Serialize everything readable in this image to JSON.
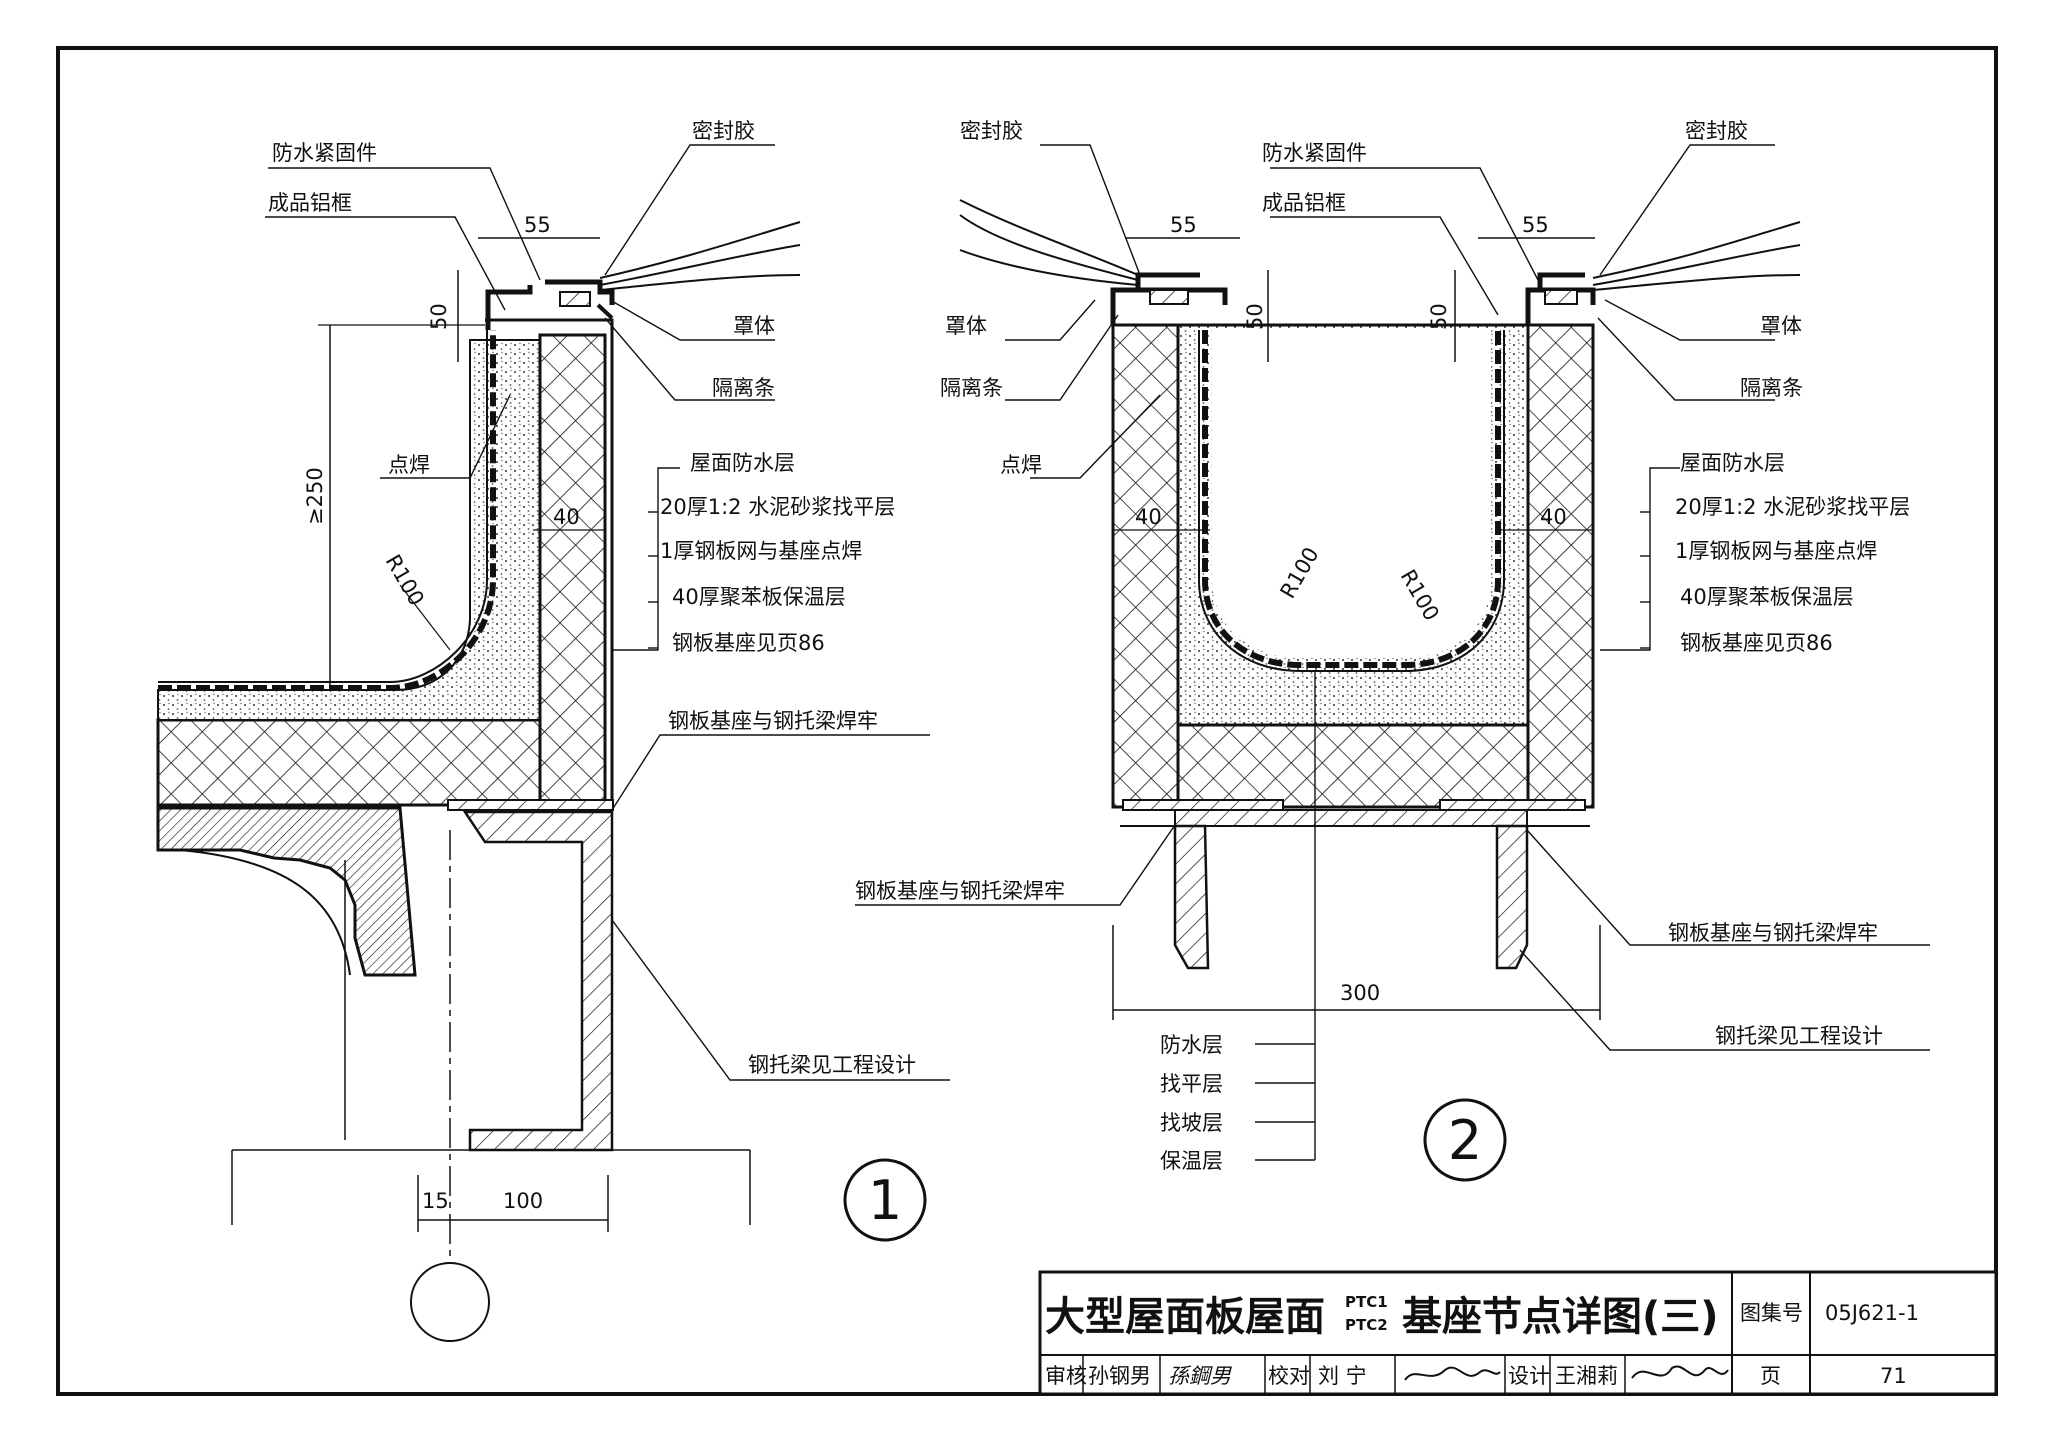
{
  "detail1": {
    "labels": {
      "fastener": "防水紧固件",
      "sealant": "密封胶",
      "alu_frame": "成品铝框",
      "cover": "罩体",
      "isolation_strip": "隔离条",
      "spot_weld": "点焊",
      "waterproof": "屋面防水层",
      "screed": "20厚1:2 水泥砂浆找平层",
      "mesh": "1厚钢板网与基座点焊",
      "insulation": "40厚聚苯板保温层",
      "base": "钢板基座见页86",
      "weld_firm": "钢板基座与钢托梁焊牢",
      "beam": "钢托梁见工程设计"
    },
    "dims": {
      "d55": "55",
      "d50": "50",
      "d250": "≥250",
      "r100": "R100",
      "d40": "40",
      "d15": "15",
      "d100": "100"
    },
    "number": "1"
  },
  "detail2": {
    "labels": {
      "sealant_l": "密封胶",
      "fastener": "防水紧固件",
      "sealant_r": "密封胶",
      "alu_frame": "成品铝框",
      "cover_l": "罩体",
      "cover_r": "罩体",
      "isolation_l": "隔离条",
      "isolation_r": "隔离条",
      "spot_weld": "点焊",
      "waterproof": "屋面防水层",
      "screed": "20厚1:2 水泥砂浆找平层",
      "mesh": "1厚钢板网与基座点焊",
      "insulation": "40厚聚苯板保温层",
      "base": "钢板基座见页86",
      "weld_l": "钢板基座与钢托梁焊牢",
      "weld_r": "钢板基座与钢托梁焊牢",
      "beam": "钢托梁见工程设计",
      "layer_waterproof": "防水层",
      "layer_screed": "找平层",
      "layer_slope": "找坡层",
      "layer_insulation": "保温层"
    },
    "dims": {
      "d55a": "55",
      "d55b": "55",
      "d50a": "50",
      "d50b": "50",
      "r100a": "R100",
      "r100b": "R100",
      "d40a": "40",
      "d40b": "40",
      "d300": "300"
    },
    "number": "2"
  },
  "title_block": {
    "title_main": "大型屋面板屋面",
    "code_top": "PTC1",
    "code_bottom": "PTC2",
    "title_tail": "基座节点详图(三)",
    "atlas_label": "图集号",
    "atlas_no": "05J621-1",
    "review_label": "审核",
    "reviewer": "孙钢男",
    "reviewer_sig": "孫鋼男",
    "check_label": "校对",
    "checker": "刘 宁",
    "design_label": "设计",
    "designer": "王湘莉",
    "page_label": "页",
    "page_no": "71"
  }
}
